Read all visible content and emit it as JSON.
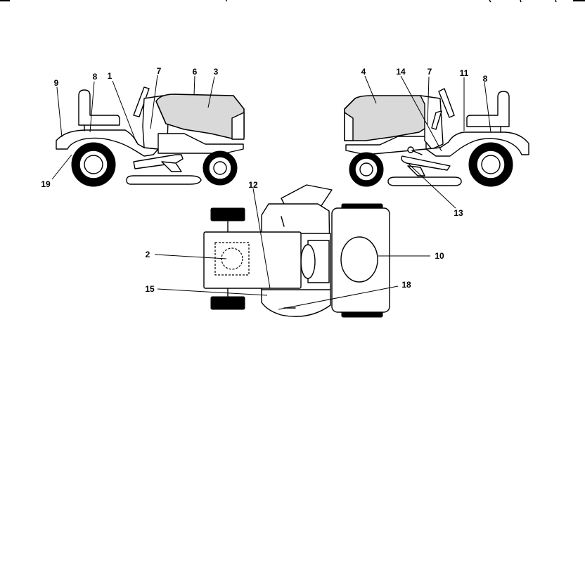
{
  "callouts": {
    "c1": "1",
    "c2": "2",
    "c3": "3",
    "c4": "4",
    "c6": "6",
    "c7_left": "7",
    "c7_right": "7",
    "c8_left": "8",
    "c8_right": "8",
    "c9": "9",
    "c10": "10",
    "c11": "11",
    "c12": "12",
    "c13": "13",
    "c14": "14",
    "c15": "15",
    "c18": "18",
    "c19": "19"
  }
}
